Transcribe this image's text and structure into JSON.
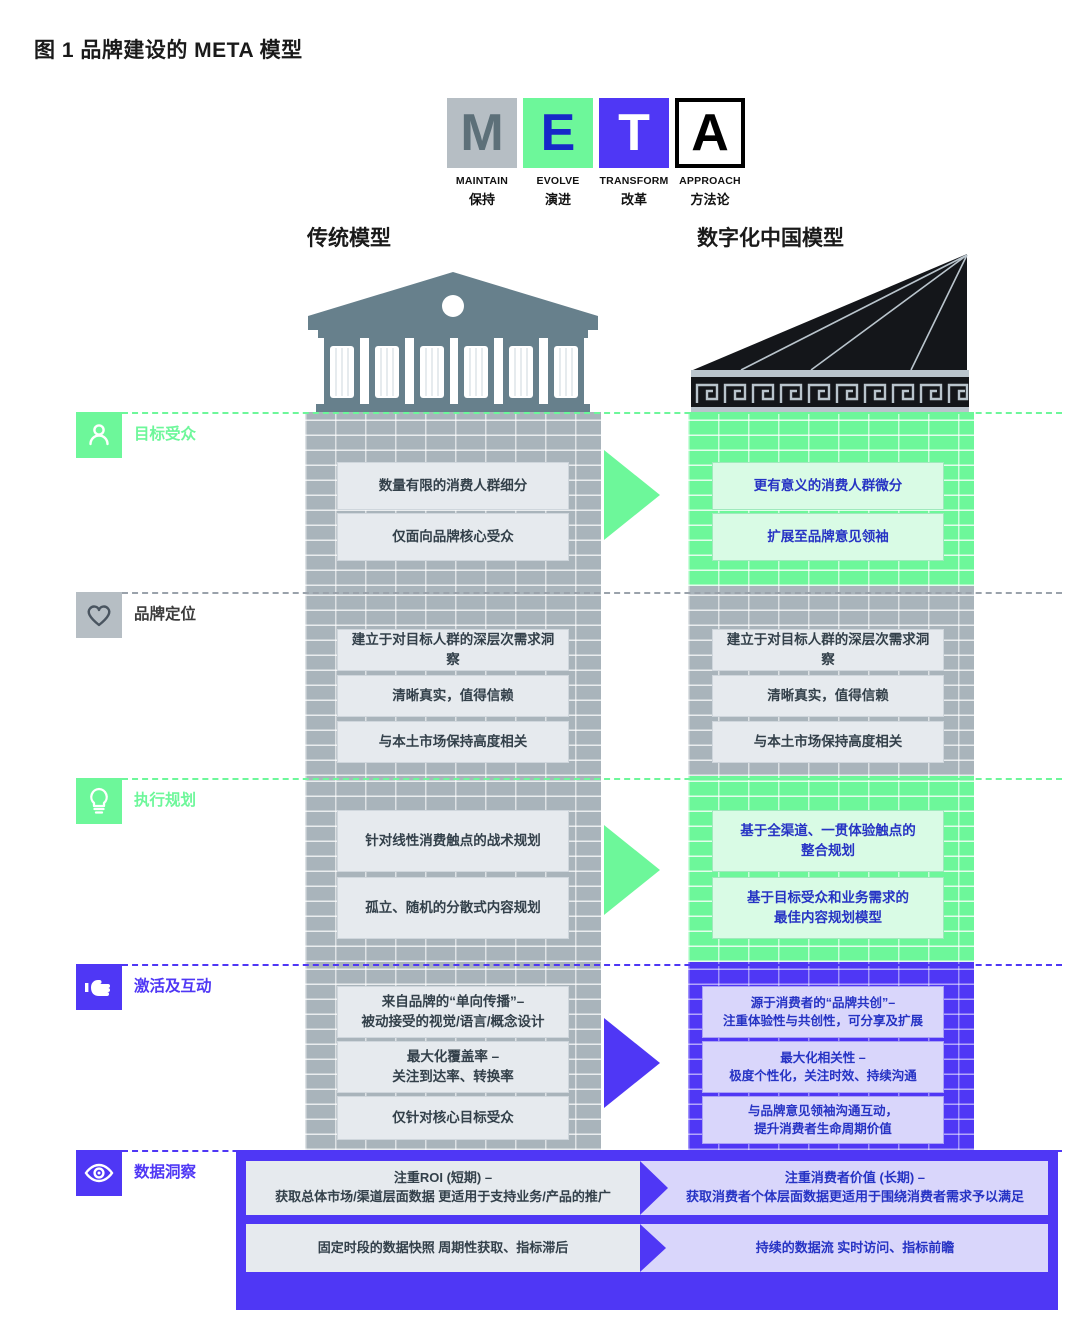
{
  "title": "图 1  品牌建设的 META 模型",
  "meta_logo": [
    {
      "letter": "M",
      "english": "MAINTAIN",
      "chinese": "保持",
      "bg": "#b6bec4",
      "fg": "#5d7079"
    },
    {
      "letter": "E",
      "english": "EVOLVE",
      "chinese": "演进",
      "bg": "#6df79a",
      "fg": "#1628c8"
    },
    {
      "letter": "T",
      "english": "TRANSFORM",
      "chinese": "改革",
      "bg": "#4f37f5",
      "fg": "#ffffff"
    },
    {
      "letter": "A",
      "english": "APPROACH",
      "chinese": "方法论",
      "bg": "#ffffff",
      "fg": "#000000"
    }
  ],
  "columns": {
    "left_heading": "传统模型",
    "right_heading": "数字化中国模型"
  },
  "rows": [
    {
      "id": "target-audience",
      "label": "目标受众",
      "icon": "person-icon",
      "accent": "#6df79a",
      "left_items": [
        "数量有限的消费人群细分",
        "仅面向品牌核心受众"
      ],
      "right_items": [
        "更有意义的消费人群微分",
        "扩展至品牌意见领袖"
      ],
      "has_arrow": true
    },
    {
      "id": "brand-positioning",
      "label": "品牌定位",
      "icon": "heart-icon",
      "accent": "#b6bec4",
      "left_items": [
        "建立于对目标人群的深层次需求洞察",
        "清晰真实，值得信赖",
        "与本土市场保持高度相关"
      ],
      "right_items": [
        "建立于对目标人群的深层次需求洞察",
        "清晰真实，值得信赖",
        "与本土市场保持高度相关"
      ],
      "has_arrow": false
    },
    {
      "id": "execution-planning",
      "label": "执行规划",
      "icon": "lightbulb-icon",
      "accent": "#6df79a",
      "left_items": [
        "针对线性消费触点的战术规划",
        "孤立、随机的分散式内容规划"
      ],
      "right_items": [
        "基于全渠道、一贯体验触点的\n整合规划",
        "基于目标受众和业务需求的\n最佳内容规划模型"
      ],
      "has_arrow": true
    },
    {
      "id": "activation-interaction",
      "label": "激活及互动",
      "icon": "pointing-hand-icon",
      "accent": "#4f37f5",
      "left_items": [
        "来自品牌的“单向传播”–\n被动接受的视觉/语言/概念设计",
        "最大化覆盖率 –\n关注到达率、转换率",
        "仅针对核心目标受众"
      ],
      "right_items": [
        "源于消费者的“品牌共创”–\n注重体验性与共创性，可分享及扩展",
        "最大化相关性 –\n极度个性化，关注时效、持续沟通",
        "与品牌意见领袖沟通互动，\n提升消费者生命周期价值"
      ],
      "has_arrow": true
    },
    {
      "id": "data-insight",
      "label": "数据洞察",
      "icon": "eye-icon",
      "accent": "#4f37f5",
      "left_items": [
        "注重ROI (短期) –\n获取总体市场/渠道层面数据 更适用于支持业务/产品的推广",
        "固定时段的数据快照 周期性获取、指标滞后"
      ],
      "right_items": [
        "注重消费者价值 (长期) –\n获取消费者个体层面数据更适用于围绕消费者需求予以满足",
        "持续的数据流 实时访问、指标前瞻"
      ],
      "has_arrow": true
    }
  ],
  "buildings": {
    "left": {
      "name": "greek-temple",
      "color": "#67808c"
    },
    "right": {
      "name": "chinese-pagoda",
      "color": "#14161a"
    }
  }
}
